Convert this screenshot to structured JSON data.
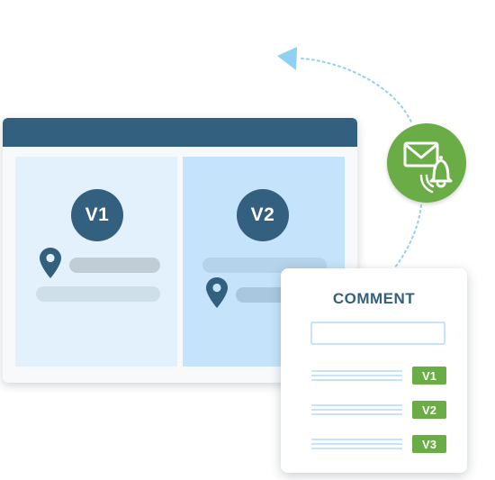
{
  "colors": {
    "navy": "#33607e",
    "panel_light": "#e3f1fc",
    "panel_mid": "#c5e4fb",
    "bar_grey": "#c1cdd6",
    "bar_blue": "#a9c7de",
    "green": "#6aac45",
    "arrow": "#8fd1f4"
  },
  "icons": {
    "notify": "envelope-bell-icon",
    "pin": "location-pin-icon",
    "arrow": "curved-arrow-icon"
  },
  "window": {
    "panels": [
      {
        "version": "V1"
      },
      {
        "version": "V2"
      }
    ]
  },
  "comment_card": {
    "title": "COMMENT",
    "rows": [
      {
        "tag": "V1"
      },
      {
        "tag": "V2"
      },
      {
        "tag": "V3"
      }
    ]
  }
}
